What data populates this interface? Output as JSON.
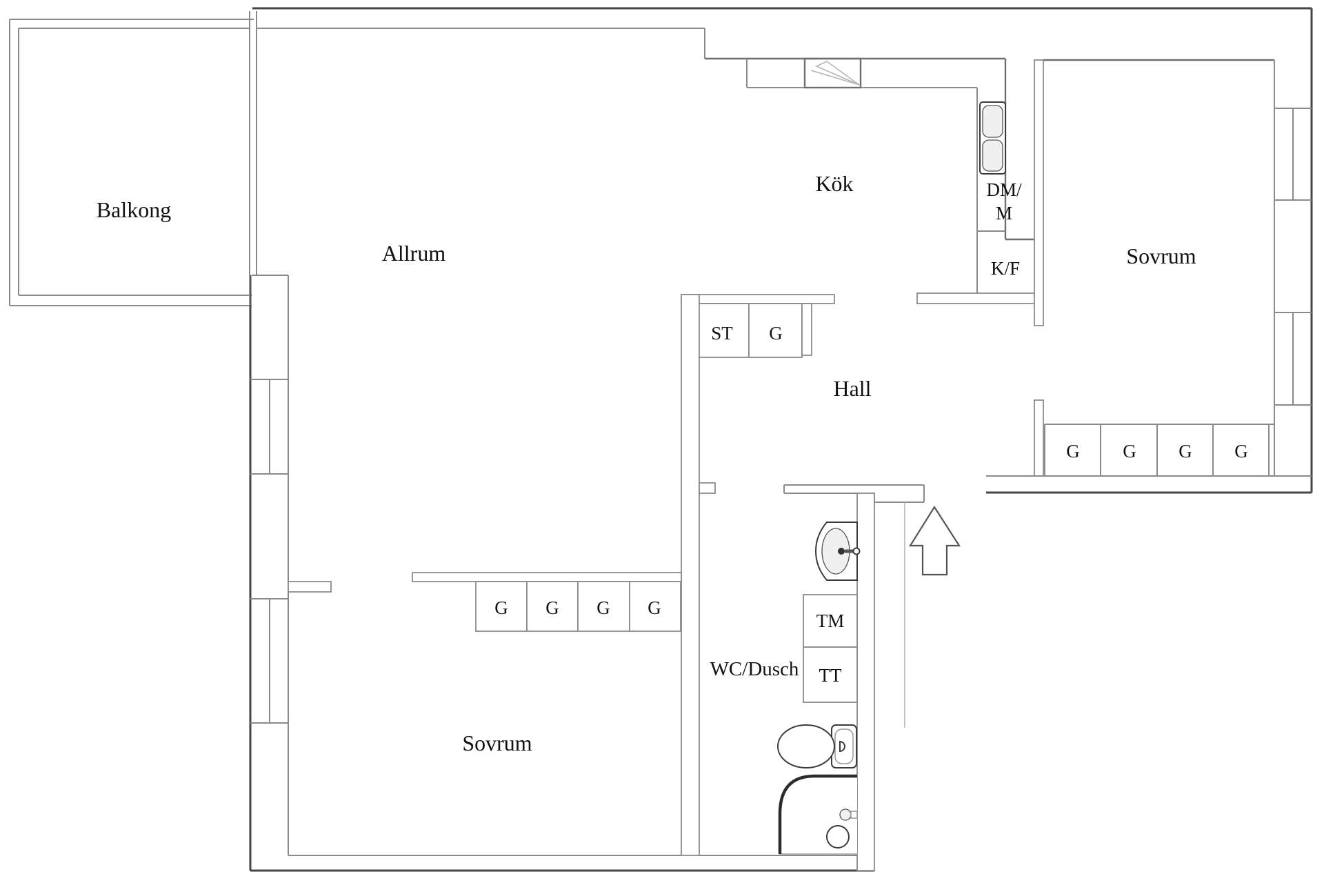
{
  "floorplan": {
    "rooms": {
      "balcony": "Balkong",
      "living_room": "Allrum",
      "kitchen": "Kök",
      "bedroom_right": "Sovrum",
      "hall": "Hall",
      "bathroom": "WC/Dusch",
      "bedroom_left": "Sovrum"
    },
    "labels": {
      "dishwasher_microwave_line1": "DM/",
      "dishwasher_microwave_line2": "M",
      "fridge_freezer": "K/F",
      "cleaning_cabinet": "ST",
      "washing_machine": "TM",
      "tumble_dryer": "TT"
    },
    "wardrobes": {
      "label": "G",
      "hall_closet_count": 1,
      "bedroom_left_count": 4,
      "bedroom_right_count": 4
    },
    "icons": {
      "entrance": "entrance-arrow-up",
      "stove": "stove-hob-icon",
      "kitchen_sink": "double-sink-icon",
      "washbasin": "washbasin-icon",
      "toilet": "toilet-icon",
      "shower": "shower-icon"
    },
    "colors": {
      "background": "#ffffff",
      "wall_dark": "#454545",
      "wall_mid": "#8a8a8a",
      "wall_light": "#b5b5b5",
      "fixture_stroke": "#3a3a3a",
      "fixture_fill": "#f0f0f0",
      "text": "#111111"
    }
  }
}
